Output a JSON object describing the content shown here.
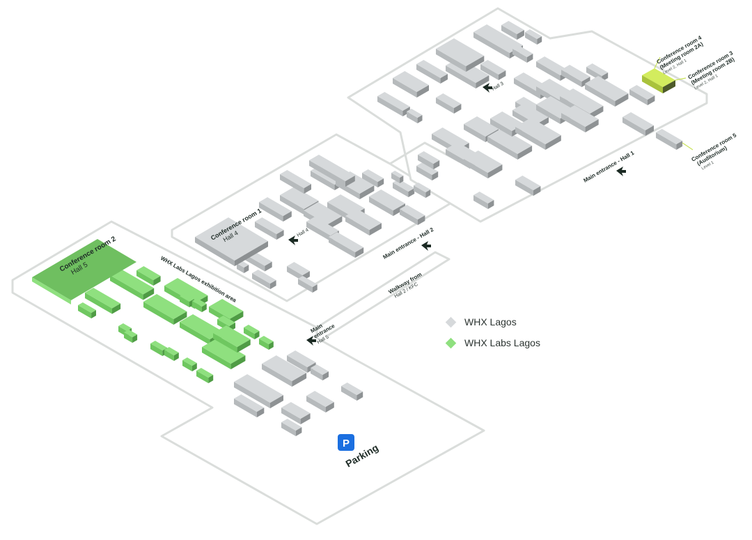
{
  "colors": {
    "whx": "#d6d9db",
    "whx_labs": "#8fe07f",
    "conference_highlight": "#c9e35a",
    "floor_outline": "#dadddb",
    "arrow": "#1b2a23",
    "parking": "#1b6fe0"
  },
  "legend": [
    {
      "label": "WHX Lagos",
      "swatch_color": "#d6d9db"
    },
    {
      "label": "WHX Labs Lagos",
      "swatch_color": "#8fe07f"
    }
  ],
  "labels": {
    "conference_room_2": "Conference room 2",
    "conference_room_2_sub": "Hall 5",
    "labs_area": "WHX Labs Lagos exhibition area",
    "main_entrance_hall5_line1": "Main",
    "main_entrance_hall5_line2": "entrance",
    "main_entrance_hall5_line3": "Hall 5",
    "walkway_line1": "Walkway from",
    "walkway_line2": "Hall 2 / KFC",
    "conference_room_1": "Conference room 1",
    "conference_room_1_sub": "Hall 4",
    "hall_4": "Hall 4",
    "main_entrance_hall2": "Main entrance - Hall 2",
    "hall_3": "Hall 3",
    "main_entrance_hall1": "Main entrance - Hall 1",
    "conference_room_4_line1": "Conference room 4",
    "conference_room_4_line2": "(Meeting room 2A)",
    "conference_room_4_sub": "Level 2, Hall 1",
    "conference_room_3_line1": "Conference room 3",
    "conference_room_3_line2": "(Meeting room 2B)",
    "conference_room_3_sub": "Level 2, Hall 1",
    "conference_room_5_line1": "Conference room 5",
    "conference_room_5_line2": "(Auditorium)",
    "conference_room_5_sub": "Level 1",
    "parking_icon": "P",
    "parking": "Parking"
  },
  "icons": {
    "entrance_arrow": "arrow-up-icon",
    "parking": "parking-icon"
  }
}
